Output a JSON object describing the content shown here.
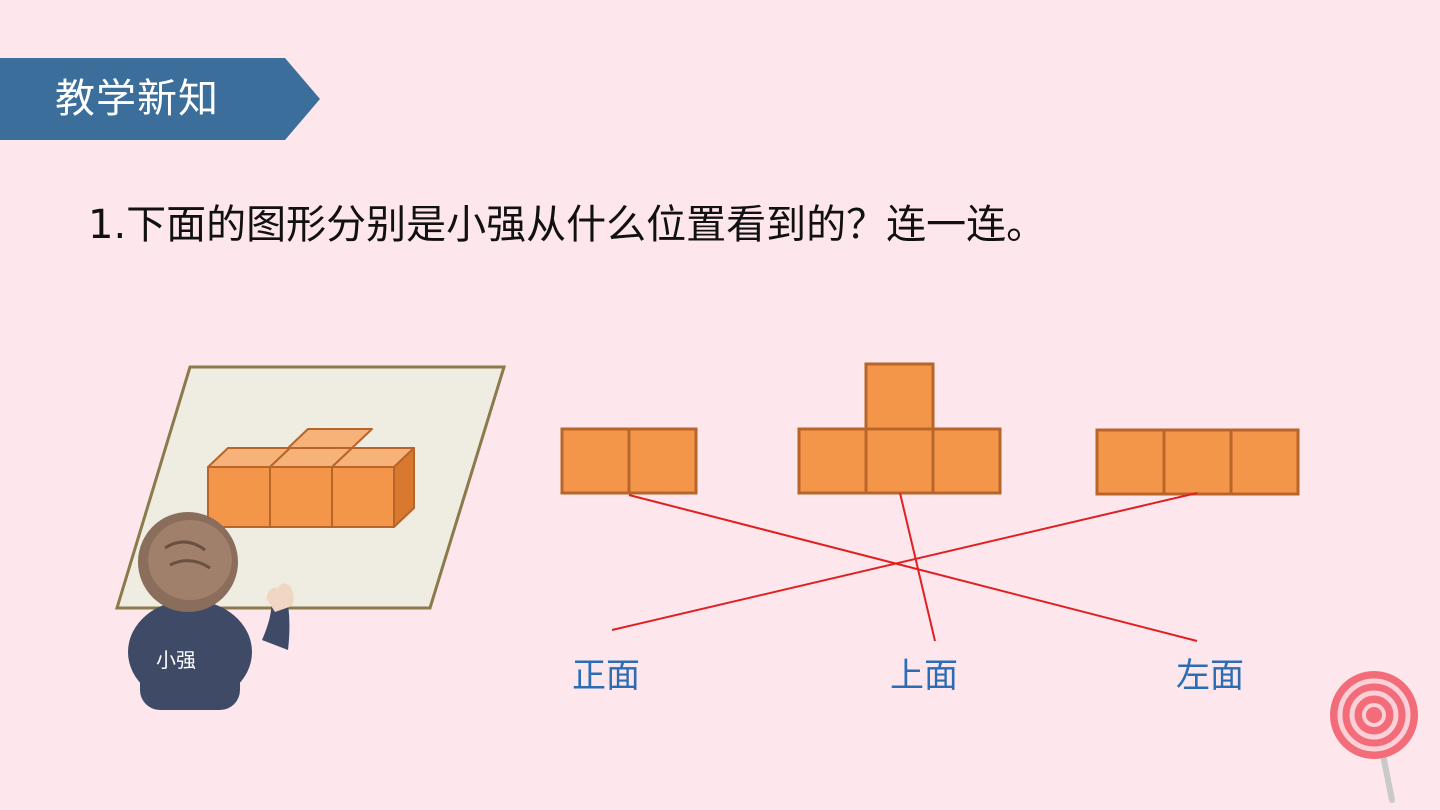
{
  "header": {
    "title": "教学新知"
  },
  "question": {
    "text": "1.下面的图形分别是小强从什么位置看到的？连一连。"
  },
  "character": {
    "name": "小强"
  },
  "views": {
    "front": "正面",
    "top": "上面",
    "left": "左面"
  },
  "colors": {
    "banner": "#3b6e9a",
    "cube": "#f4964a",
    "cube_border": "#b8652a",
    "line": "#e02020",
    "label": "#2a6db5",
    "background": "#fde6ec"
  }
}
